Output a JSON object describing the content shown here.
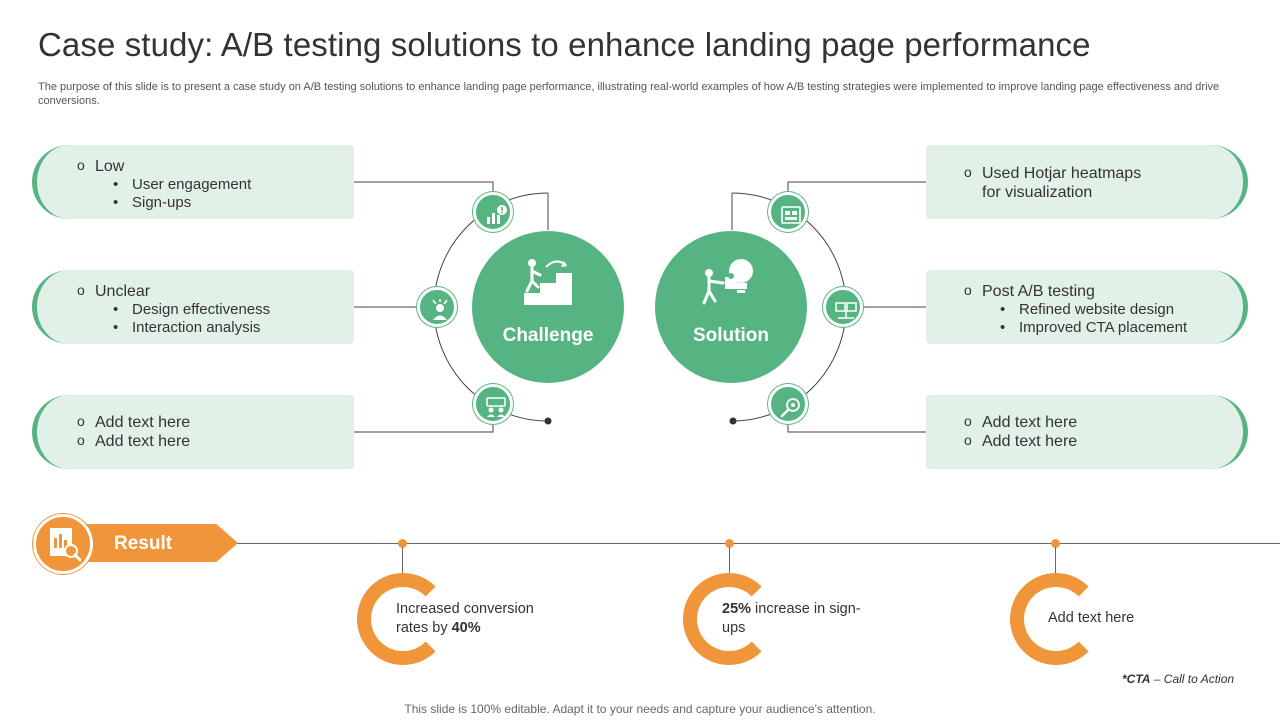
{
  "slide": {
    "title": "Case study: A/B testing solutions to enhance landing page performance",
    "subtitle": "The purpose of this slide is to present a case study on A/B  testing solutions to enhance landing page performance, illustrating real-world examples of how A/B testing strategies were implemented to improve landing page effectiveness and drive conversions."
  },
  "challenge": {
    "label": "Challenge",
    "cards": [
      {
        "heading": "Low",
        "items": [
          "User engagement",
          "Sign-ups"
        ]
      },
      {
        "heading": "Unclear",
        "items": [
          "Design effectiveness",
          "Interaction analysis"
        ]
      },
      {
        "lines": [
          "Add text here",
          "Add text here"
        ]
      }
    ]
  },
  "solution": {
    "label": "Solution",
    "cards": [
      {
        "heading": "Used Hotjar heatmaps for visualization"
      },
      {
        "heading": "Post A/B testing",
        "items": [
          "Refined website design",
          "Improved CTA placement"
        ]
      },
      {
        "lines": [
          "Add text here",
          "Add text here"
        ]
      }
    ]
  },
  "result": {
    "label": "Result",
    "items": [
      {
        "pre": "Increased conversion rates by ",
        "bold": "40%",
        "post": ""
      },
      {
        "pre": "",
        "bold": "25%",
        "post": " increase in sign-ups"
      },
      {
        "pre": "Add text here",
        "bold": "",
        "post": ""
      }
    ]
  },
  "footnote": {
    "abbr": "*CTA",
    "rest": " – Call to Action"
  },
  "footer": "This slide is 100% editable. Adapt it to your needs and capture your audience's attention.",
  "colors": {
    "green": "#56b483",
    "green_light": "#e1f1e7",
    "orange": "#f0953a"
  },
  "icons": {
    "challenge": "climbing-steps-icon",
    "solution": "puzzle-lightbulb-icon",
    "result": "report-magnifier-icon",
    "challenge_small": [
      "chart-alert-icon",
      "confused-person-icon",
      "team-icon"
    ],
    "solution_small": [
      "heatmap-dashboard-icon",
      "monitor-compare-icon",
      "search-gear-icon"
    ]
  }
}
